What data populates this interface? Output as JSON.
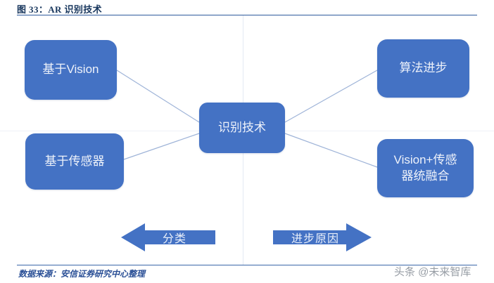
{
  "figure": {
    "title": "图 33：AR 识别技术",
    "source_note": "数据来源：安信证券研究中心整理",
    "watermark": "头条 @未来智库",
    "accent_color": "#4472c4",
    "title_color": "#17365d",
    "connector_color": "#9fb4d8"
  },
  "diagram": {
    "center": {
      "label": "识别技术"
    },
    "nodes": [
      {
        "id": "vision",
        "label": "基于Vision"
      },
      {
        "id": "sensor",
        "label": "基于传感器"
      },
      {
        "id": "algorithm",
        "label": "算法进步"
      },
      {
        "id": "fusion",
        "label": "Vision+传感\n器统融合"
      }
    ],
    "arrows": [
      {
        "id": "classification",
        "label": "分类",
        "direction": "left"
      },
      {
        "id": "progress-cause",
        "label": "进步原因",
        "direction": "right"
      }
    ]
  }
}
